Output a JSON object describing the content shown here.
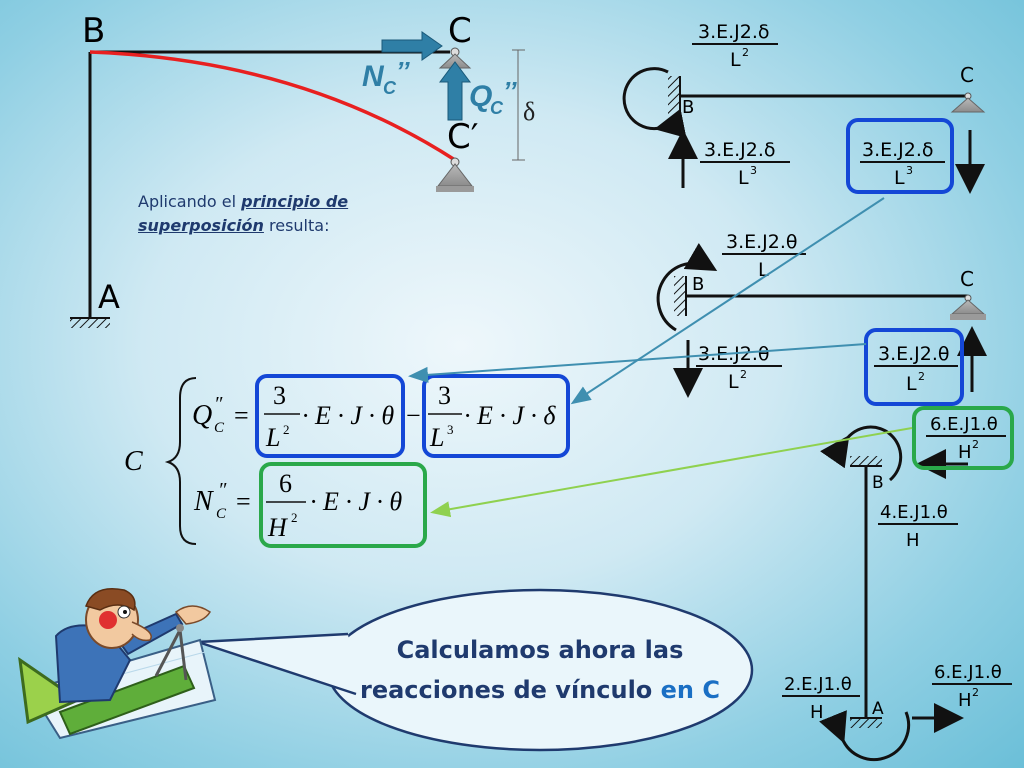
{
  "labels": {
    "top_left_B": "B",
    "top_left_C": "C",
    "top_left_C_prime": "C′",
    "top_left_A": "A",
    "top_left_delta": "δ",
    "NC_main": "N",
    "NC_sub": "C",
    "NC_prime": "’’",
    "QC_main": "Q",
    "QC_sub": "C",
    "QC_prime": "’’"
  },
  "caption": {
    "pre": "Aplicando el ",
    "emphasis_1": "principio de",
    "emphasis_2": "superposición",
    "post": " resulta:"
  },
  "diagram1": {
    "B": "B",
    "C": "C",
    "top_num": "3.E.J2.δ",
    "top_den": "L",
    "top_exp": "2",
    "bottom_left_num": "3.E.J2.δ",
    "bottom_left_den": "L",
    "bottom_left_exp": "3",
    "bottom_right_num": "3.E.J2.δ",
    "bottom_right_den": "L",
    "bottom_right_exp": "3"
  },
  "diagram2": {
    "B": "B",
    "C": "C",
    "top_num": "3.E.J2.θ",
    "top_den": "L",
    "bottom_left_num": "3.E.J2.θ",
    "bottom_left_den": "L",
    "bottom_left_exp": "2",
    "bottom_right_num": "3.E.J2.θ",
    "bottom_right_den": "L",
    "bottom_right_exp": "2"
  },
  "diagram3": {
    "B": "B",
    "A": "A",
    "right_top_num": "6.E.J1.θ",
    "right_top_den": "H",
    "right_top_exp": "2",
    "mid_num": "4.E.J1.θ",
    "mid_den": "H",
    "bottom_left_num": "2.E.J1.θ",
    "bottom_left_den": "H",
    "bottom_right_num": "6.E.J1.θ",
    "bottom_right_den": "H",
    "bottom_right_exp": "2"
  },
  "equations": {
    "system_label": "C",
    "q_lhs": "Q",
    "q_lhs_sub": "C",
    "q_lhs_prime": "″",
    "eq_sign": "=",
    "minus_sign": "−",
    "t1_num": "3",
    "t1_den": "L",
    "t1_den_exp": "2",
    "t1_rest": "· E · J · θ",
    "t2_num": "3",
    "t2_den": "L",
    "t2_den_exp": "3",
    "t2_rest": "· E · J · δ",
    "n_lhs": "N",
    "n_lhs_sub": "C",
    "n_lhs_prime": "″",
    "t3_num": "6",
    "t3_den": "H",
    "t3_den_exp": "2",
    "t3_rest": "· E · J · θ"
  },
  "bubble": {
    "line1": "Calculamos ahora las",
    "line2_a": "reacciones de vínculo ",
    "line2_b": "en C"
  },
  "colors": {
    "blue_box": "#1447d6",
    "green_box": "#2aa84a",
    "connector_blue": "#3f8fb0",
    "connector_green": "#8fd14f",
    "deflection_red": "#e82020",
    "arrow_teal": "#2f7fa6",
    "text_navy": "#1f3a6e"
  }
}
